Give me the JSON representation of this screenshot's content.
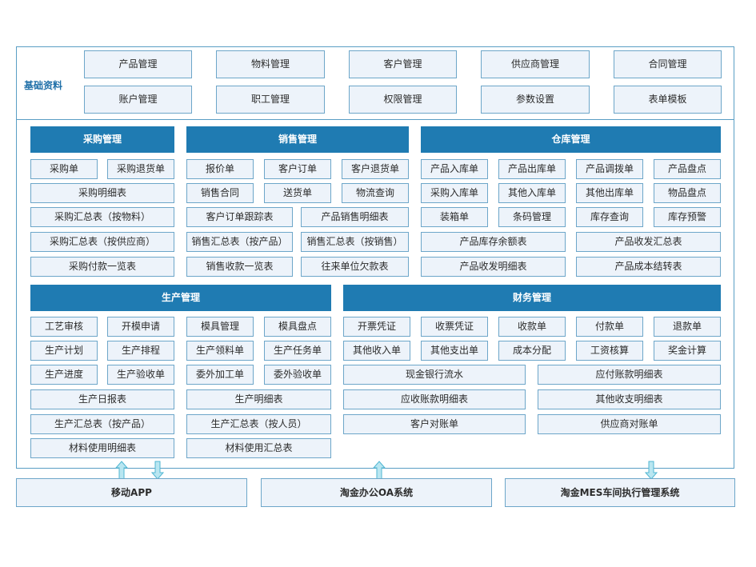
{
  "basic": {
    "title": "基础资料",
    "row1": [
      "产品管理",
      "物料管理",
      "客户管理",
      "供应商管理",
      "合同管理"
    ],
    "row2": [
      "账户管理",
      "职工管理",
      "权限管理",
      "参数设置",
      "表单模板"
    ]
  },
  "purchase": {
    "title": "采购管理",
    "items": [
      "采购单",
      "采购退货单",
      "采购明细表",
      "采购汇总表（按物料）",
      "采购汇总表（按供应商）",
      "采购付款一览表"
    ]
  },
  "sales": {
    "title": "销售管理",
    "items": [
      "报价单",
      "客户订单",
      "客户退货单",
      "销售合同",
      "送货单",
      "物流查询",
      "客户订单跟踪表",
      "产品销售明细表",
      "销售汇总表（按产品）",
      "销售汇总表（按销售）",
      "销售收款一览表",
      "往来单位欠款表"
    ]
  },
  "warehouse": {
    "title": "仓库管理",
    "items": [
      "产品入库单",
      "产品出库单",
      "产品调拨单",
      "产品盘点",
      "采购入库单",
      "其他入库单",
      "其他出库单",
      "物品盘点",
      "装箱单",
      "条码管理",
      "库存查询",
      "库存预警",
      "产品库存余额表",
      "产品收发汇总表",
      "产品收发明细表",
      "产品成本结转表"
    ]
  },
  "production": {
    "title": "生产管理",
    "items": [
      "工艺审核",
      "开模申请",
      "模具管理",
      "模具盘点",
      "生产计划",
      "生产排程",
      "生产领料单",
      "生产任务单",
      "生产进度",
      "生产验收单",
      "委外加工单",
      "委外验收单",
      "生产日报表",
      "生产明细表",
      "生产汇总表（按产品）",
      "生产汇总表（按人员）",
      "材料使用明细表",
      "材料使用汇总表"
    ]
  },
  "finance": {
    "title": "财务管理",
    "items": [
      "开票凭证",
      "收票凭证",
      "收款单",
      "付款单",
      "退款单",
      "其他收入单",
      "其他支出单",
      "成本分配",
      "工资核算",
      "奖金计算",
      "现金银行流水",
      "应付账款明细表",
      "应收账款明细表",
      "其他收支明细表",
      "客户对账单",
      "供应商对账单"
    ]
  },
  "bottom": {
    "mobile": "移动APP",
    "oa": "淘金办公OA系统",
    "mes": "淘金MES车间执行管理系统"
  },
  "colors": {
    "header": "#1f7bb2",
    "box_fill": "#edf3fa",
    "box_border": "#6da6c9",
    "arrow": "#6ccbe0"
  }
}
